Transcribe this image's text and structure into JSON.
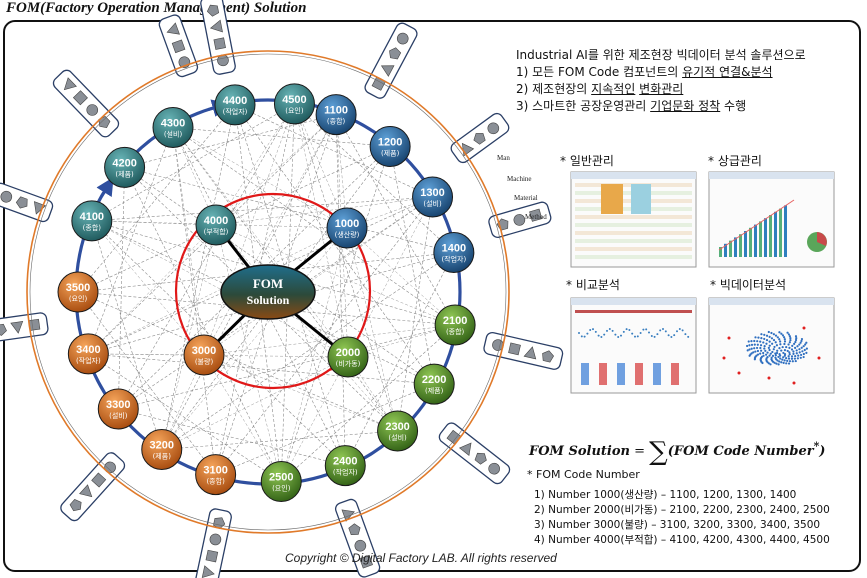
{
  "title": "FOM(Factory Operation Management) Solution",
  "intro": {
    "line1": "Industrial AI를 위한 제조현장 빅데이터 분석 솔루션으로",
    "line2_pre": "1) 모든 FOM Code 컴포넌트의 ",
    "line2_u": "유기적 연결&분석",
    "line3_pre": "2) 제조현장의 ",
    "line3_u1": "지속적인",
    "line3_mid": " ",
    "line3_u2": "변화관리",
    "line4_pre": "3) 스마트한 공장운영관리 ",
    "line4_u": "기업문화 정착",
    "line4_post": " 수행"
  },
  "screenshots": [
    {
      "label": "* 일반관리"
    },
    {
      "label": "* 상급관리"
    },
    {
      "label": "* 비교분석"
    },
    {
      "label": "* 빅데이터분석"
    }
  ],
  "mlabels": [
    "Man",
    "Machine",
    "Material",
    "Method"
  ],
  "center": {
    "line1": "FOM",
    "line2": "Solution"
  },
  "hubs": [
    {
      "code": "4000",
      "sub": "(부적합)",
      "color": "teal"
    },
    {
      "code": "1000",
      "sub": "(생산량)",
      "color": "blue"
    },
    {
      "code": "3000",
      "sub": "(불량)",
      "color": "orange"
    },
    {
      "code": "2000",
      "sub": "(비가동)",
      "color": "green"
    }
  ],
  "ring_nodes": [
    {
      "code": "1100",
      "sub": "(종합)",
      "color": "blue"
    },
    {
      "code": "1200",
      "sub": "(제품)",
      "color": "blue"
    },
    {
      "code": "1300",
      "sub": "(설비)",
      "color": "blue"
    },
    {
      "code": "1400",
      "sub": "(작업자)",
      "color": "blue"
    },
    {
      "code": "2100",
      "sub": "(종합)",
      "color": "green"
    },
    {
      "code": "2200",
      "sub": "(제품)",
      "color": "green"
    },
    {
      "code": "2300",
      "sub": "(설비)",
      "color": "green"
    },
    {
      "code": "2400",
      "sub": "(작업자)",
      "color": "green"
    },
    {
      "code": "2500",
      "sub": "(요인)",
      "color": "green"
    },
    {
      "code": "3100",
      "sub": "(종합)",
      "color": "orange"
    },
    {
      "code": "3200",
      "sub": "(제품)",
      "color": "orange"
    },
    {
      "code": "3300",
      "sub": "(설비)",
      "color": "orange"
    },
    {
      "code": "3400",
      "sub": "(작업자)",
      "color": "orange"
    },
    {
      "code": "3500",
      "sub": "(요인)",
      "color": "orange"
    },
    {
      "code": "4100",
      "sub": "(종합)",
      "color": "teal"
    },
    {
      "code": "4200",
      "sub": "(제품)",
      "color": "teal"
    },
    {
      "code": "4300",
      "sub": "(설비)",
      "color": "teal"
    },
    {
      "code": "4400",
      "sub": "(작업자)",
      "color": "teal"
    },
    {
      "code": "4500",
      "sub": "(요인)",
      "color": "teal"
    }
  ],
  "colors": {
    "blue": "#1f5f96",
    "green": "#4f8a2a",
    "orange": "#d8701f",
    "teal": "#2f7f83",
    "ring_orange": "#e07a2a",
    "ring_blue": "#2f4f9f",
    "red": "#e01818"
  },
  "formula": {
    "lhs": "FOM Solution",
    "eq": " = ",
    "sigma": "∑",
    "rhs": "(FOM Code Number",
    "sup": "*",
    "close": ")"
  },
  "codes_title": "* FOM Code Number",
  "codes": [
    "1) Number 1000(생산량) – 1100, 1200, 1300, 1400",
    "2) Number 2000(비가동) – 2100, 2200, 2300, 2400, 2500",
    "3) Number 3000(불량)   – 3100, 3200, 3300, 3400, 3500",
    "4) Number 4000(부적합) – 4100, 4200, 4300, 4400, 4500"
  ],
  "copyright": "Copyright © Digital Factory LAB. All rights reserved"
}
